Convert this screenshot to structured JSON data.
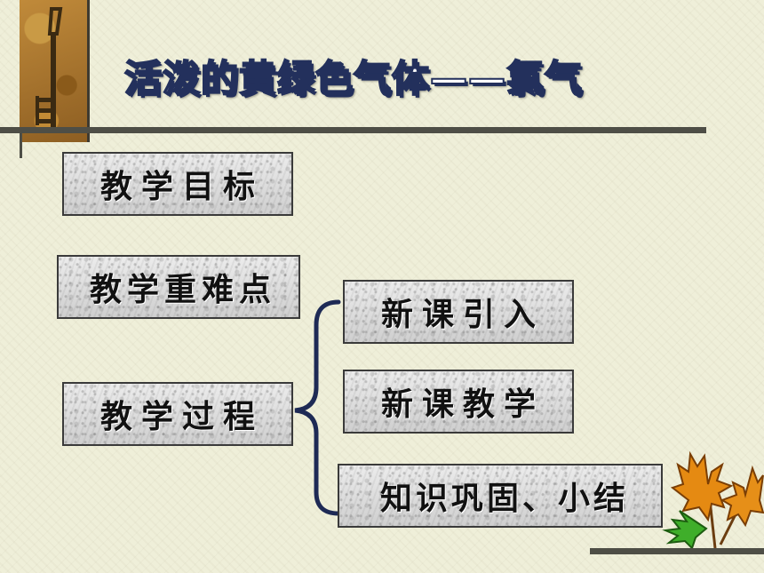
{
  "title": "活泼的黄绿色气体——氯气",
  "left_items": [
    "教学目标",
    "教学重难点",
    "教学过程"
  ],
  "process_steps": [
    "新课引入",
    "新课教学",
    "知识巩固、小结"
  ]
}
